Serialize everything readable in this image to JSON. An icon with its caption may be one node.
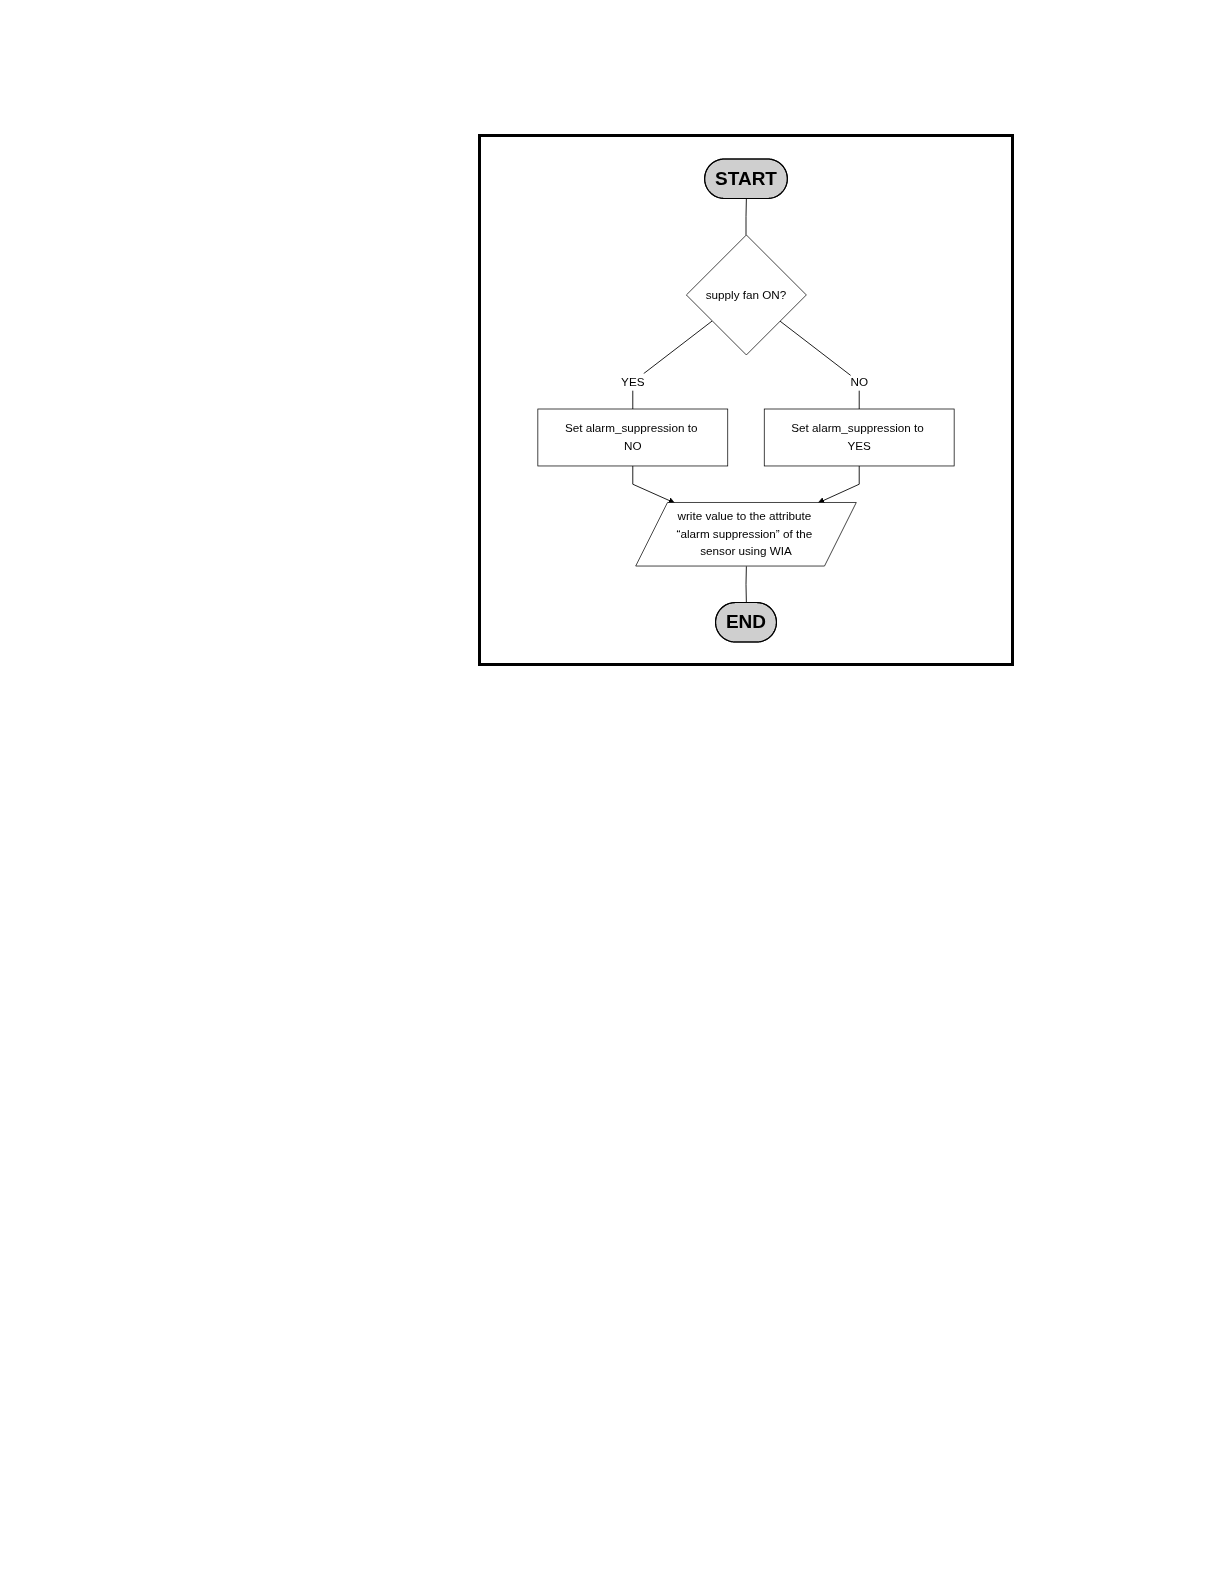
{
  "diagram": {
    "nodes": [
      {
        "text": [
          "START"
        ]
      },
      {
        "text": [
          "supply fan ON?"
        ]
      },
      {
        "text": [
          "Set alarm_suppression to NO"
        ]
      },
      {
        "text": [
          "Set alarm_suppression to YES"
        ]
      },
      {
        "text": [
          "write value to the attribute “alarm suppression” of the sensor using WIA"
        ]
      },
      {
        "text": [
          "END"
        ]
      }
    ],
    "edges": [
      {
        "from": 0,
        "to": 1,
        "arrow": "none"
      },
      {
        "from": 1,
        "to": 2,
        "arrow": "none",
        "label": "YES"
      },
      {
        "from": 1,
        "to": 3,
        "arrow": "none",
        "label": "NO"
      },
      {
        "from": 2,
        "to": 4,
        "arrow": "to"
      },
      {
        "from": 3,
        "to": 4,
        "arrow": "to"
      },
      {
        "from": 4,
        "to": 5,
        "arrow": "none"
      }
    ]
  }
}
